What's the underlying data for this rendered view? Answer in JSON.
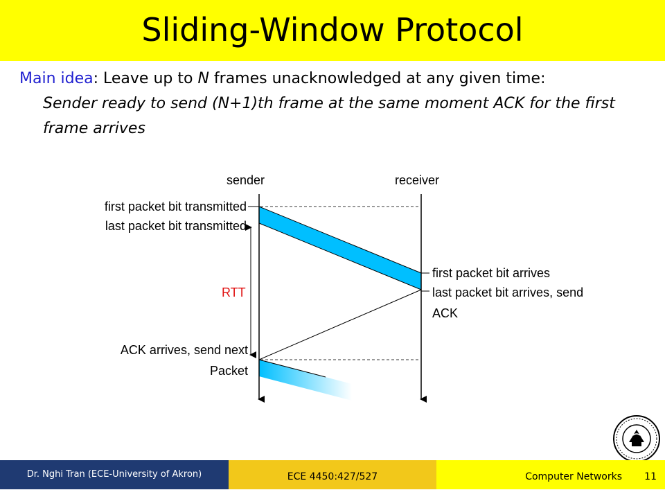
{
  "slide": {
    "title": "Sliding-Window Protocol",
    "main_idea_keyword": "Main idea",
    "main_idea_text_1": ": Leave up to ",
    "main_idea_n": "N",
    "main_idea_text_2": " frames unacknowledged at any given time:",
    "main_idea_sub": "Sender ready to send (N+1)th frame at the same moment ACK for the first frame arrives"
  },
  "diagram": {
    "sender_label": "sender",
    "receiver_label": "receiver",
    "first_bit_tx": "first packet bit transmitted",
    "last_bit_tx": "last packet bit transmitted",
    "first_bit_arrives": "first packet bit arrives",
    "last_bit_arrives_line1": "last packet bit arrives, send",
    "last_bit_arrives_line2": "ACK",
    "rtt_label": "RTT",
    "ack_arrives_line1": "ACK arrives, send next",
    "ack_arrives_line2": "Packet"
  },
  "footer": {
    "author": "Dr. Nghi Tran (ECE-University of Akron)",
    "course_code": "ECE 4450:427/527",
    "course_name": "Computer Networks",
    "page_number": "11"
  },
  "colors": {
    "title_bar": "#ffff00",
    "keyword_blue": "#1f1fd0",
    "packet_fill": "#00bfff",
    "rtt_red": "#e01010",
    "footer_navy": "#1f3a72",
    "footer_gold": "#f2c81a"
  }
}
